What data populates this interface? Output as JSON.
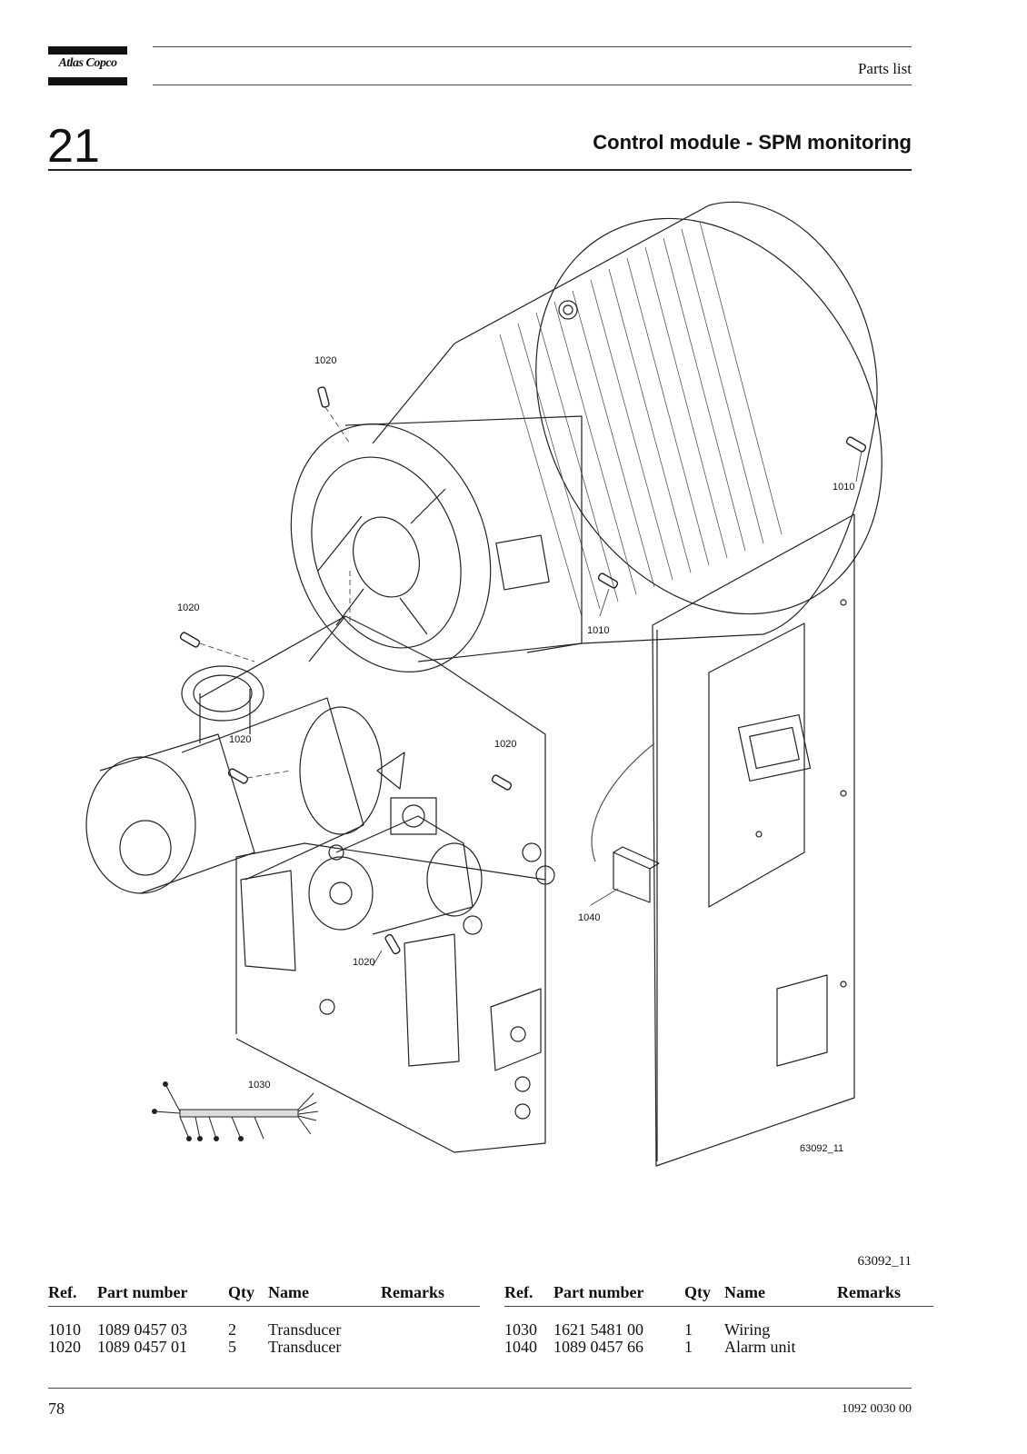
{
  "header": {
    "logo_text": "Atlas Copco",
    "label": "Parts list"
  },
  "chapter_number": "21",
  "section_title": "Control module - SPM monitoring",
  "figure": {
    "drawing_id": "63092_11",
    "callouts": [
      "1020",
      "1010",
      "1010",
      "1020",
      "1020",
      "1020",
      "1020",
      "1040",
      "1030"
    ]
  },
  "figure_caption": "63092_11",
  "table_headers": {
    "ref": "Ref.",
    "part_number": "Part number",
    "qty": "Qty",
    "name": "Name",
    "remarks": "Remarks"
  },
  "parts_left": [
    {
      "ref": "1010",
      "part_number": "1089 0457 03",
      "qty": "2",
      "name": "Transducer",
      "remarks": ""
    },
    {
      "ref": "1020",
      "part_number": "1089 0457 01",
      "qty": "5",
      "name": "Transducer",
      "remarks": ""
    }
  ],
  "parts_right": [
    {
      "ref": "1030",
      "part_number": "1621 5481 00",
      "qty": "1",
      "name": "Wiring",
      "remarks": ""
    },
    {
      "ref": "1040",
      "part_number": "1089 0457 66",
      "qty": "1",
      "name": "Alarm unit",
      "remarks": ""
    }
  ],
  "footer": {
    "page_number": "78",
    "document_number": "1092 0030 00"
  }
}
